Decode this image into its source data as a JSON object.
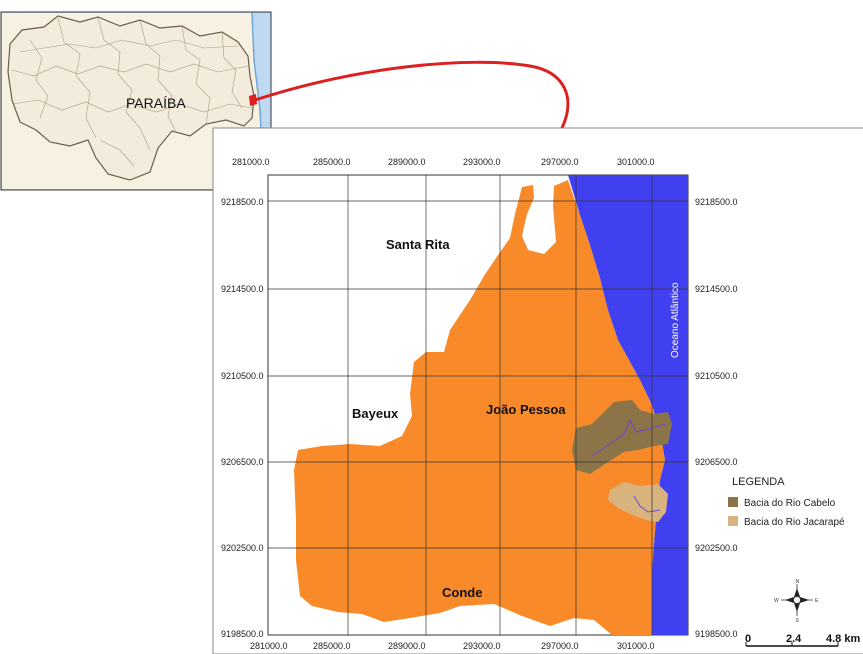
{
  "colors": {
    "municipality": "#f98a2a",
    "ocean": "#4040f0",
    "basin_cabelo": "#8b7448",
    "basin_jacarape": "#d8b37e",
    "connector": "#dd1f1f",
    "inset_land": "#f3ecdc",
    "inset_sea": "#bfd9f2",
    "river": "#6a4ad0"
  },
  "inset": {
    "state_label": "PARAÍBA"
  },
  "map": {
    "grid": true,
    "x_ticks": [
      "281000.0",
      "285000.0",
      "289000.0",
      "293000.0",
      "297000.0",
      "301000.0"
    ],
    "y_ticks": [
      "9218500.0",
      "9214500.0",
      "9210500.0",
      "9206500.0",
      "9202500.0",
      "9198500.0"
    ],
    "ocean_label": "Oceano Atlântico",
    "places": {
      "santa_rita": "Santa Rita",
      "bayeux": "Bayeux",
      "joao_pessoa": "João Pessoa",
      "conde": "Conde"
    }
  },
  "legend": {
    "title": "LEGENDA",
    "items": [
      {
        "label": "Bacia do Rio Cabelo",
        "color": "#8b7448"
      },
      {
        "label": "Bacia do Rio Jacarapé",
        "color": "#d8b37e"
      }
    ]
  },
  "scale_bar": {
    "labels": [
      "0",
      "2.4",
      "4.8 km"
    ]
  },
  "compass": {
    "n": "N",
    "s": "S",
    "e": "E",
    "w": "W"
  }
}
